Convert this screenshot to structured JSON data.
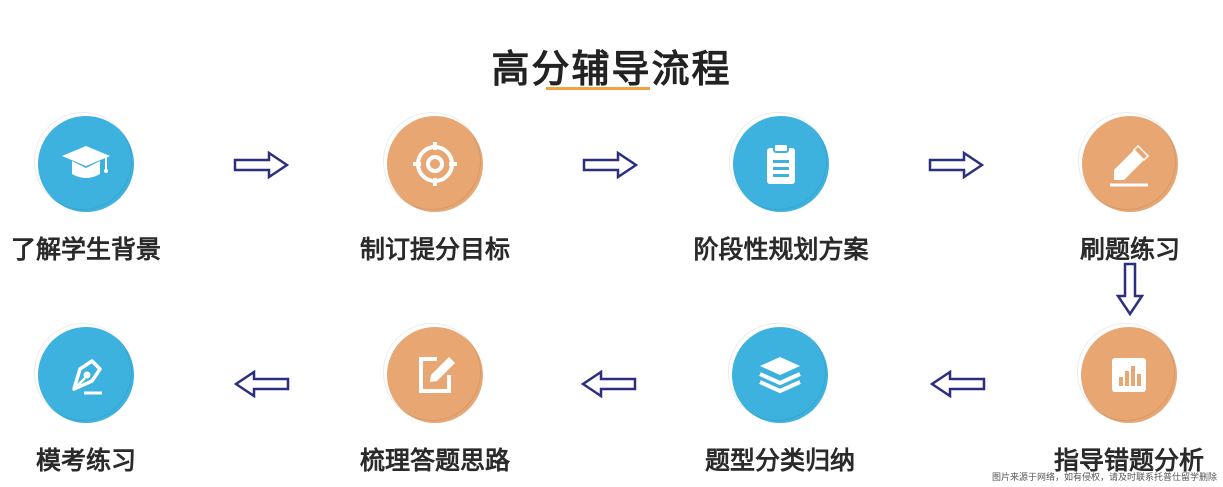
{
  "title": "高分辅导流程",
  "colors": {
    "blue": "#3eb2df",
    "orange": "#e8a673",
    "arrow": "#2b2f7d",
    "underline": "#f0a340"
  },
  "steps": [
    {
      "label": "了解学生背景",
      "icon": "graduation-cap-icon",
      "color": "blue"
    },
    {
      "label": "制订提分目标",
      "icon": "target-icon",
      "color": "orange"
    },
    {
      "label": "阶段性规划方案",
      "icon": "clipboard-icon",
      "color": "blue"
    },
    {
      "label": "刷题练习",
      "icon": "pencil-icon",
      "color": "orange"
    },
    {
      "label": "指导错题分析",
      "icon": "chart-icon",
      "color": "orange"
    },
    {
      "label": "题型分类归纳",
      "icon": "layers-icon",
      "color": "blue"
    },
    {
      "label": "梳理答题思路",
      "icon": "edit-icon",
      "color": "orange"
    },
    {
      "label": "模考练习",
      "icon": "pen-nib-icon",
      "color": "blue"
    }
  ],
  "credit": "图片来源于网络，如有侵权，请及时联系托普仕留学删除"
}
